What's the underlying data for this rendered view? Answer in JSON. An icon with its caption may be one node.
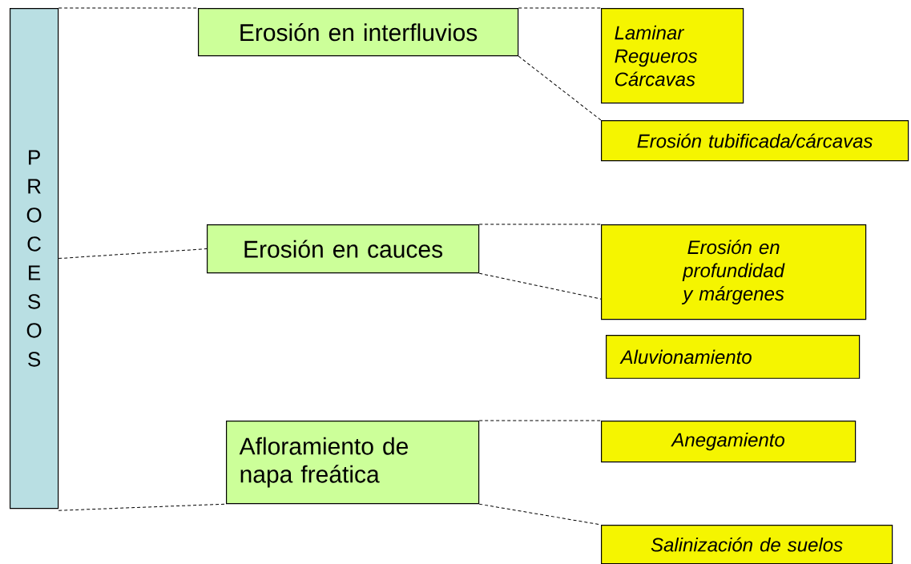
{
  "diagram": {
    "nodes": [
      {
        "text": [
          "PROCESOS"
        ]
      },
      {
        "text": [
          "Erosión en interfluvios"
        ]
      },
      {
        "text": [
          "Laminar",
          "Regueros",
          "Cárcavas"
        ]
      },
      {
        "text": [
          "Erosión tubificada/cárcavas"
        ]
      },
      {
        "text": [
          "Erosión en cauces"
        ]
      },
      {
        "text": [
          "Erosión en profundidad y márgenes"
        ]
      },
      {
        "text": [
          "Aluvionamiento"
        ]
      },
      {
        "text": [
          "Afloramiento de napa freática"
        ]
      },
      {
        "text": [
          "Anegamiento"
        ]
      },
      {
        "text": [
          "Salinización de suelos"
        ]
      }
    ],
    "edges": [
      {
        "from": 0,
        "to": 1,
        "arrow": "none",
        "style": "dashed"
      },
      {
        "from": 1,
        "to": 2,
        "arrow": "none",
        "style": "dashed"
      },
      {
        "from": 1,
        "to": 3,
        "arrow": "none",
        "style": "dashed"
      },
      {
        "from": 0,
        "to": 4,
        "arrow": "none",
        "style": "dashed"
      },
      {
        "from": 4,
        "to": 5,
        "arrow": "none",
        "style": "dashed"
      },
      {
        "from": 4,
        "to": 5,
        "arrow": "none",
        "style": "dashed"
      },
      {
        "from": 0,
        "to": 7,
        "arrow": "none",
        "style": "dashed"
      },
      {
        "from": 7,
        "to": 8,
        "arrow": "none",
        "style": "dashed"
      },
      {
        "from": 7,
        "to": 9,
        "arrow": "none",
        "style": "dashed"
      }
    ]
  }
}
